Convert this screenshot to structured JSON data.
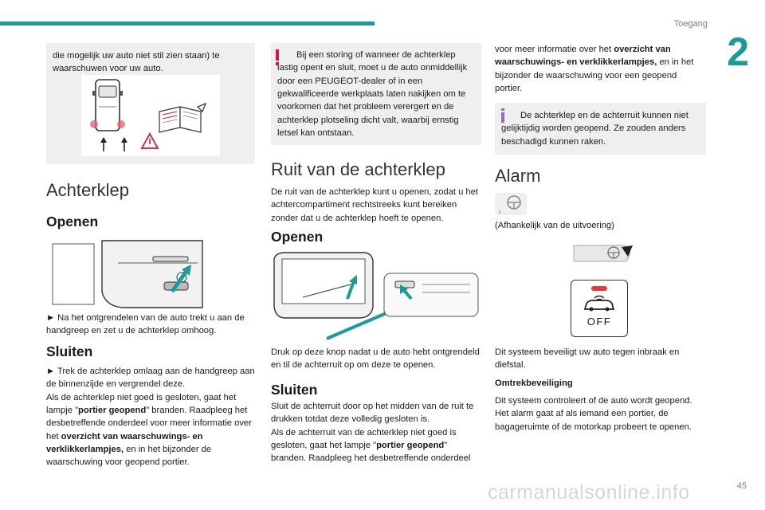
{
  "header": {
    "section": "Toegang",
    "chapter": "2",
    "page": "45"
  },
  "watermark": "carmanualsonline.info",
  "col1": {
    "intro": "die mogelijk uw auto niet stil zien staan) te waarschuwen voor uw auto.",
    "section_title": "Achterklep",
    "open_title": "Openen",
    "open_text": "► Na het ontgrendelen van de auto trekt u aan de handgreep en zet u de achterklep omhoog.",
    "close_title": "Sluiten",
    "close_p1": "► Trek de achterklep omlaag aan de handgreep aan de binnenzijde en vergrendel deze.",
    "close_p2a": "Als de achterklep niet goed is gesloten, gaat het lampje \"",
    "close_p2b": "portier geopend",
    "close_p2c": "\" branden. Raadpleeg het desbetreffende onderdeel voor meer informatie over het ",
    "close_p2d": "overzicht van waarschuwings- en verklikkerlampjes,",
    "close_p2e": " en in het bijzonder de waarschuwing voor geopend portier."
  },
  "col2": {
    "warning": "Bij een storing of wanneer de achterklep lastig opent en sluit, moet u de auto onmiddellijk door een PEUGEOT-dealer of in een gekwalificeerde werkplaats laten nakijken om te voorkomen dat het probleem verergert en de achterklep plotseling dicht valt, waarbij ernstig letsel kan ontstaan.",
    "section_title": "Ruit van de achterklep",
    "intro": "De ruit van de achterklep kunt u openen, zodat u het achtercompartiment rechtstreeks kunt bereiken zonder dat u de achterklep hoeft te openen.",
    "open_title": "Openen",
    "open_text": "Druk op deze knop nadat u de auto hebt ontgrendeld en til de achterruit op om deze te openen.",
    "close_title": "Sluiten",
    "close_p1": "Sluit de achterruit door op het midden van de ruit te drukken totdat deze volledig gesloten is.",
    "close_p2a": "Als de achterruit van de achterklep niet goed is gesloten, gaat het lampje \"",
    "close_p2b": "portier geopend",
    "close_p2c": "\" branden. Raadpleeg het desbetreffende onderdeel"
  },
  "col3": {
    "cont_a": "voor meer informatie over het ",
    "cont_b": "overzicht van waarschuwings- en verklikkerlampjes,",
    "cont_c": " en in het bijzonder de waarschuwing voor een geopend portier.",
    "info": "De achterklep en de achterruit kunnen niet gelijktijdig worden geopend. Ze zouden anders beschadigd kunnen raken.",
    "section_title": "Alarm",
    "variant": "(Afhankelijk van de uitvoering)",
    "off_label": "OFF",
    "desc": "Dit systeem beveiligt uw auto tegen inbraak en diefstal.",
    "perimeter_title": "Omtrekbeveiliging",
    "perimeter_text": "Dit systeem controleert of de auto wordt geopend. Het alarm gaat af als iemand een portier, de bagageruimte of de motorkap probeert te openen."
  },
  "colors": {
    "accent": "#1a9b99",
    "warning": "#d7173f",
    "info": "#8b6cc9",
    "box_bg": "#efefef"
  }
}
